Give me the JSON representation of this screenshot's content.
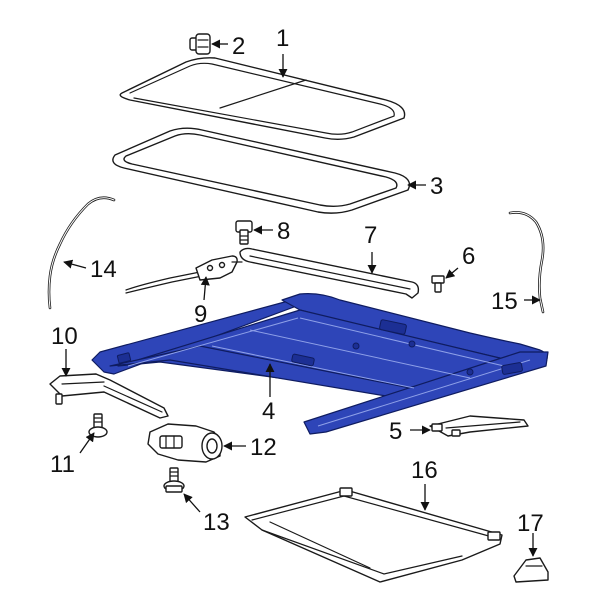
{
  "diagram": {
    "callouts": [
      {
        "id": "1",
        "label": "1"
      },
      {
        "id": "2",
        "label": "2"
      },
      {
        "id": "3",
        "label": "3"
      },
      {
        "id": "4",
        "label": "4"
      },
      {
        "id": "5",
        "label": "5"
      },
      {
        "id": "6",
        "label": "6"
      },
      {
        "id": "7",
        "label": "7"
      },
      {
        "id": "8",
        "label": "8"
      },
      {
        "id": "9",
        "label": "9"
      },
      {
        "id": "10",
        "label": "10"
      },
      {
        "id": "11",
        "label": "11"
      },
      {
        "id": "12",
        "label": "12"
      },
      {
        "id": "13",
        "label": "13"
      },
      {
        "id": "14",
        "label": "14"
      },
      {
        "id": "15",
        "label": "15"
      },
      {
        "id": "16",
        "label": "16"
      },
      {
        "id": "17",
        "label": "17"
      }
    ],
    "colors": {
      "highlight": "#2e45b8",
      "line": "#1a1a1a",
      "background": "#ffffff"
    }
  }
}
